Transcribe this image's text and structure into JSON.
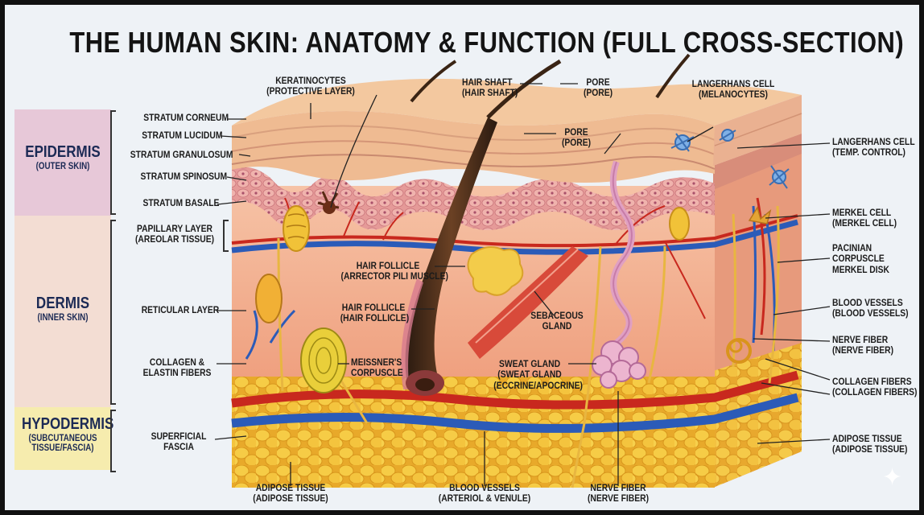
{
  "title": "THE HUMAN SKIN: ANATOMY & FUNCTION (FULL CROSS-SECTION)",
  "colors": {
    "epidermis_band": "#e7c8d8",
    "dermis_band": "#f3ddd3",
    "hypodermis_band": "#f6ecae",
    "band_text": "#1c2a55",
    "epidermis_tissue": "#e9b08e",
    "dermis_tissue": "#f3b394",
    "fat": "#f3c23a",
    "artery": "#c8281e",
    "vein": "#2b5bb8",
    "nerve": "#e8b640"
  },
  "regions": {
    "epidermis": {
      "name": "EPIDERMIS",
      "sub": "(OUTER SKIN)"
    },
    "dermis": {
      "name": "DERMIS",
      "sub": "(INNER SKIN)"
    },
    "hypodermis": {
      "name": "HYPODERMIS",
      "sub1": "(SUBCUTANEOUS",
      "sub2": "TISSUE/FASCIA)"
    }
  },
  "left_labels": {
    "stratum_corneum": "STRATUM CORNEUM",
    "stratum_lucidum": "STRATUM LUCIDUM",
    "stratum_granulosum": "STRATUM GRANULOSUM",
    "stratum_spinosum": "STRATUM SPINOSUM",
    "stratum_basale": "STRATUM BASALE",
    "papillary_1": "PAPILLARY LAYER",
    "papillary_2": "(AREOLAR TISSUE)",
    "reticular": "RETICULAR LAYER",
    "collagen_1": "COLLAGEN &",
    "collagen_2": "ELASTIN FIBERS",
    "superficial_1": "SUPERFICIAL",
    "superficial_2": "FASCIA"
  },
  "top_labels": {
    "keratinocytes_1": "KERATINOCYTES",
    "keratinocytes_2": "(PROTECTIVE LAYER)",
    "hair_shaft_1": "HAIR SHAFT",
    "hair_shaft_2": "(HAIR SHAFT)",
    "pore_top_1": "PORE",
    "pore_top_2": "(PORE)",
    "pore_mid_1": "PORE",
    "pore_mid_2": "(PORE)",
    "langerhans_top_1": "LANGERHANS CELL",
    "langerhans_top_2": "(MELANOCYTES)"
  },
  "inner_labels": {
    "follicle_a_1": "HAIR FOLLICLE",
    "follicle_a_2": "(ARRECTOR PILI MUSCLE)",
    "follicle_b_1": "HAIR FOLLICLE",
    "follicle_b_2": "(HAIR FOLLICLE)",
    "sebaceous_1": "SEBACEOUS",
    "sebaceous_2": "GLAND",
    "meissner_1": "MEISSNER'S",
    "meissner_2": "CORPUSCLE",
    "sweat_1": "SWEAT GLAND",
    "sweat_2": "(SWEAT GLAND",
    "sweat_3": "(ECCRINE/APOCRINE)"
  },
  "right_labels": {
    "langerhans_1": "LANGERHANS CELL",
    "langerhans_2": "(TEMP. CONTROL)",
    "merkel_1": "MERKEL CELL",
    "merkel_2": "(MERKEL CELL)",
    "pacinian_1": "PACINIAN",
    "pacinian_2": "CORPUSCLE",
    "pacinian_3": "MERKEL DISK",
    "blood_1": "BLOOD VESSELS",
    "blood_2": "(BLOOD VESSELS)",
    "nerve_1": "NERVE FIBER",
    "nerve_2": "(NERVE FIBER)",
    "collagen_1": "COLLAGEN FIBERS",
    "collagen_2": "(COLLAGEN FIBERS)",
    "adipose_1": "ADIPOSE TISSUE",
    "adipose_2": "(ADIPOSE TISSUE)"
  },
  "bottom_labels": {
    "adipose_1": "ADIPOSE TISSUE",
    "adipose_2": "(ADIPOSE TISSUE)",
    "blood_1": "BLOOD VESSELS",
    "blood_2": "(ARTERIOL & VENULE)",
    "nerve_1": "NERVE FIBER",
    "nerve_2": "(NERVE FIBER)"
  }
}
